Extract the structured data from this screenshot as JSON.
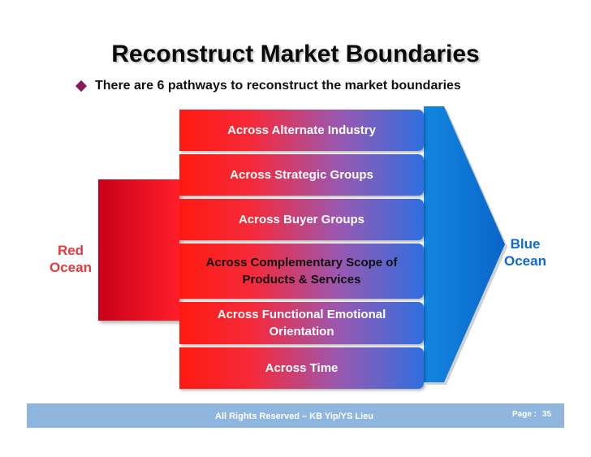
{
  "slide": {
    "title": "Reconstruct Market Boundaries",
    "bullet": "There are 6 pathways to reconstruct the market boundaries"
  },
  "diagram": {
    "left_label": [
      "Red",
      "Ocean"
    ],
    "right_label": [
      "Blue",
      "Ocean"
    ],
    "pathways": [
      {
        "lines": [
          "Across Alternate Industry"
        ]
      },
      {
        "lines": [
          "Across Strategic Groups"
        ]
      },
      {
        "lines": [
          "Across Buyer Groups"
        ]
      },
      {
        "lines": [
          "Across Complementary Scope of",
          "Products & Services"
        ]
      },
      {
        "lines": [
          "Across Functional Emotional",
          "Orientation"
        ]
      },
      {
        "lines": [
          "Across Time"
        ]
      }
    ]
  },
  "footer": {
    "rights": "All Rights Reserved – KB Yip/YS Lieu",
    "page_label": "Page :",
    "page_number": "35"
  },
  "colors": {
    "red_ocean": "#e33a3a",
    "blue_ocean": "#1068d0",
    "footer_bar": "#8eb6de",
    "bullet": "#8a1a5a"
  }
}
